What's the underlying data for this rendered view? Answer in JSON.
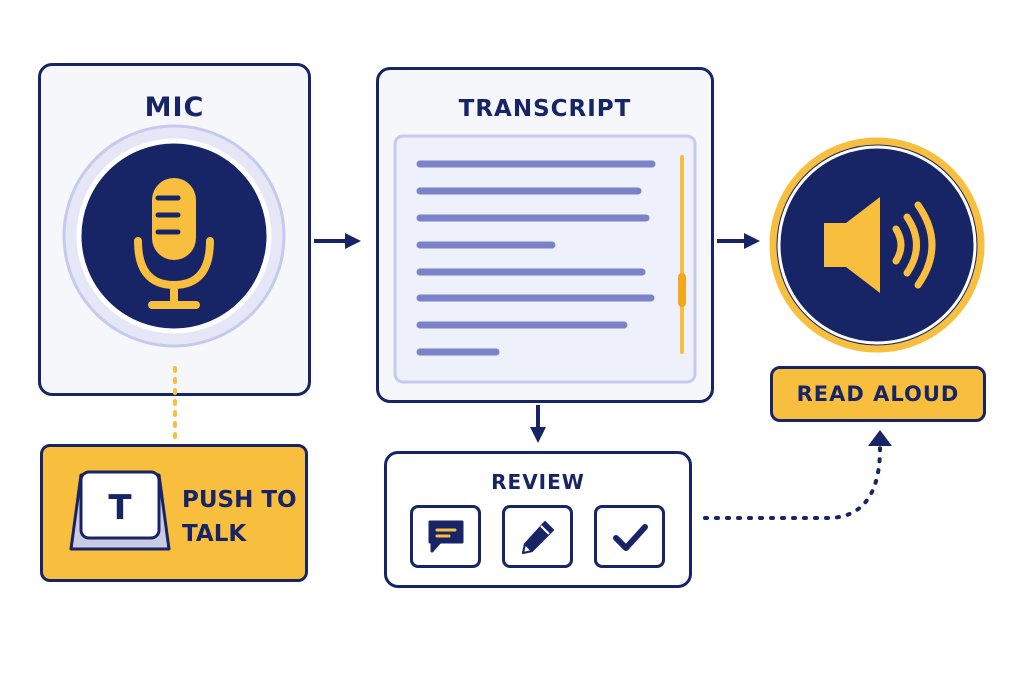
{
  "mic": {
    "title": "MIC",
    "icon": "microphone-icon",
    "colors": {
      "circle": "#172466",
      "icon": "#f8be3e",
      "halo": "#c7c9ee"
    }
  },
  "push_to_talk": {
    "key": "T",
    "label": "PUSH TO TALK",
    "icon": "keyboard-key-icon",
    "color": "#f8be3e"
  },
  "transcript": {
    "title": "TRANSCRIPT",
    "scrollbar_color": "#f8be3e",
    "line_color": "#7b82c7"
  },
  "review": {
    "title": "REVIEW",
    "actions": [
      {
        "icon": "comment-icon"
      },
      {
        "icon": "pencil-icon"
      },
      {
        "icon": "checkmark-icon"
      }
    ]
  },
  "output": {
    "icon": "speaker-icon",
    "button_label": "READ ALOUD",
    "colors": {
      "circle": "#172466",
      "ring": "#f8be3e"
    }
  },
  "colors": {
    "navy": "#172466",
    "gold": "#f8be3e",
    "panel_bg": "#f6f7fb",
    "text_line": "#7b82c7"
  }
}
